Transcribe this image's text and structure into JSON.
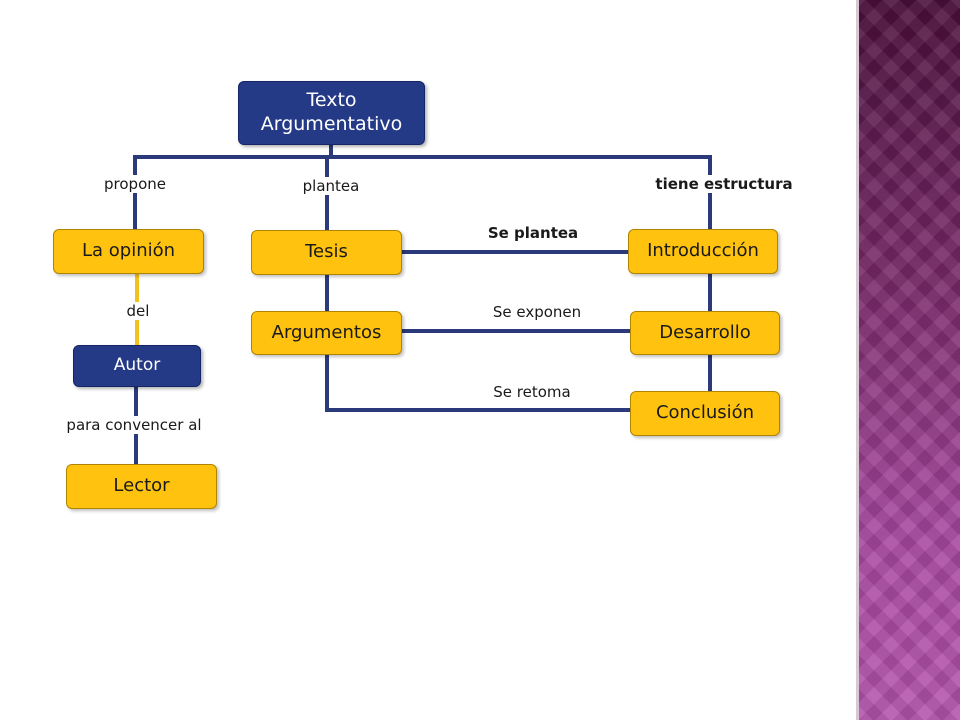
{
  "diagram": {
    "nodes": {
      "root": "Texto Argumentativo",
      "opinion": "La opinión",
      "autor": "Autor",
      "lector": "Lector",
      "tesis": "Tesis",
      "argumentos": "Argumentos",
      "introduccion": "Introducción",
      "desarrollo": "Desarrollo",
      "conclusion": "Conclusión"
    },
    "edge_labels": {
      "propone": "propone",
      "plantea": "plantea",
      "tiene_estructura": "tiene estructura",
      "del": "del",
      "para_convencer": "para convencer al",
      "se_plantea": "Se plantea",
      "se_exponen": "Se exponen",
      "se_retoma": "Se retoma"
    },
    "colors": {
      "line_blue": "#2b3a7a",
      "line_yellow": "#f4c21a",
      "node_yellow": "#ffc20e",
      "node_blue": "#253a87"
    }
  }
}
